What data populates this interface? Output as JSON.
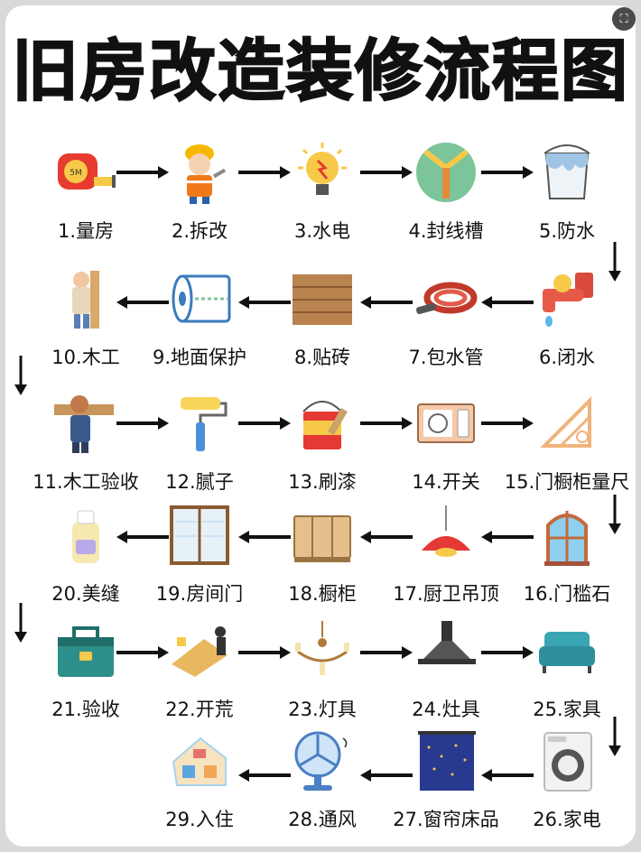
{
  "title": "旧房改造装修流程图",
  "close_glyph": "⛶",
  "steps": [
    {
      "label": "1.量房",
      "icon": "tape-measure"
    },
    {
      "label": "2.拆改",
      "icon": "worker"
    },
    {
      "label": "3.水电",
      "icon": "light-bulb"
    },
    {
      "label": "4.封线槽",
      "icon": "trowel"
    },
    {
      "label": "5.防水",
      "icon": "paint-bucket"
    },
    {
      "label": "6.闭水",
      "icon": "faucet"
    },
    {
      "label": "7.包水管",
      "icon": "hose"
    },
    {
      "label": "8.贴砖",
      "icon": "wood-tiles"
    },
    {
      "label": "9.地面保护",
      "icon": "floor-roll"
    },
    {
      "label": "10.木工",
      "icon": "carpenter"
    },
    {
      "label": "11.木工验收",
      "icon": "inspector"
    },
    {
      "label": "12.腻子",
      "icon": "paint-roller"
    },
    {
      "label": "13.刷漆",
      "icon": "paint-can"
    },
    {
      "label": "14.开关",
      "icon": "switch-socket"
    },
    {
      "label": "15.门橱柜量尺",
      "icon": "ruler-set"
    },
    {
      "label": "16.门槛石",
      "icon": "window"
    },
    {
      "label": "17.厨卫吊顶",
      "icon": "pendant-lamp"
    },
    {
      "label": "18.橱柜",
      "icon": "cabinet"
    },
    {
      "label": "19.房间门",
      "icon": "sliding-door"
    },
    {
      "label": "20.美缝",
      "icon": "glue-bottle"
    },
    {
      "label": "21.验收",
      "icon": "toolbox"
    },
    {
      "label": "22.开荒",
      "icon": "cleaning"
    },
    {
      "label": "23.灯具",
      "icon": "chandelier"
    },
    {
      "label": "24.灶具",
      "icon": "range-hood"
    },
    {
      "label": "25.家具",
      "icon": "sofa"
    },
    {
      "label": "26.家电",
      "icon": "washing-machine"
    },
    {
      "label": "27.窗帘床品",
      "icon": "curtain"
    },
    {
      "label": "28.通风",
      "icon": "fan"
    },
    {
      "label": "29.入住",
      "icon": "house"
    }
  ]
}
